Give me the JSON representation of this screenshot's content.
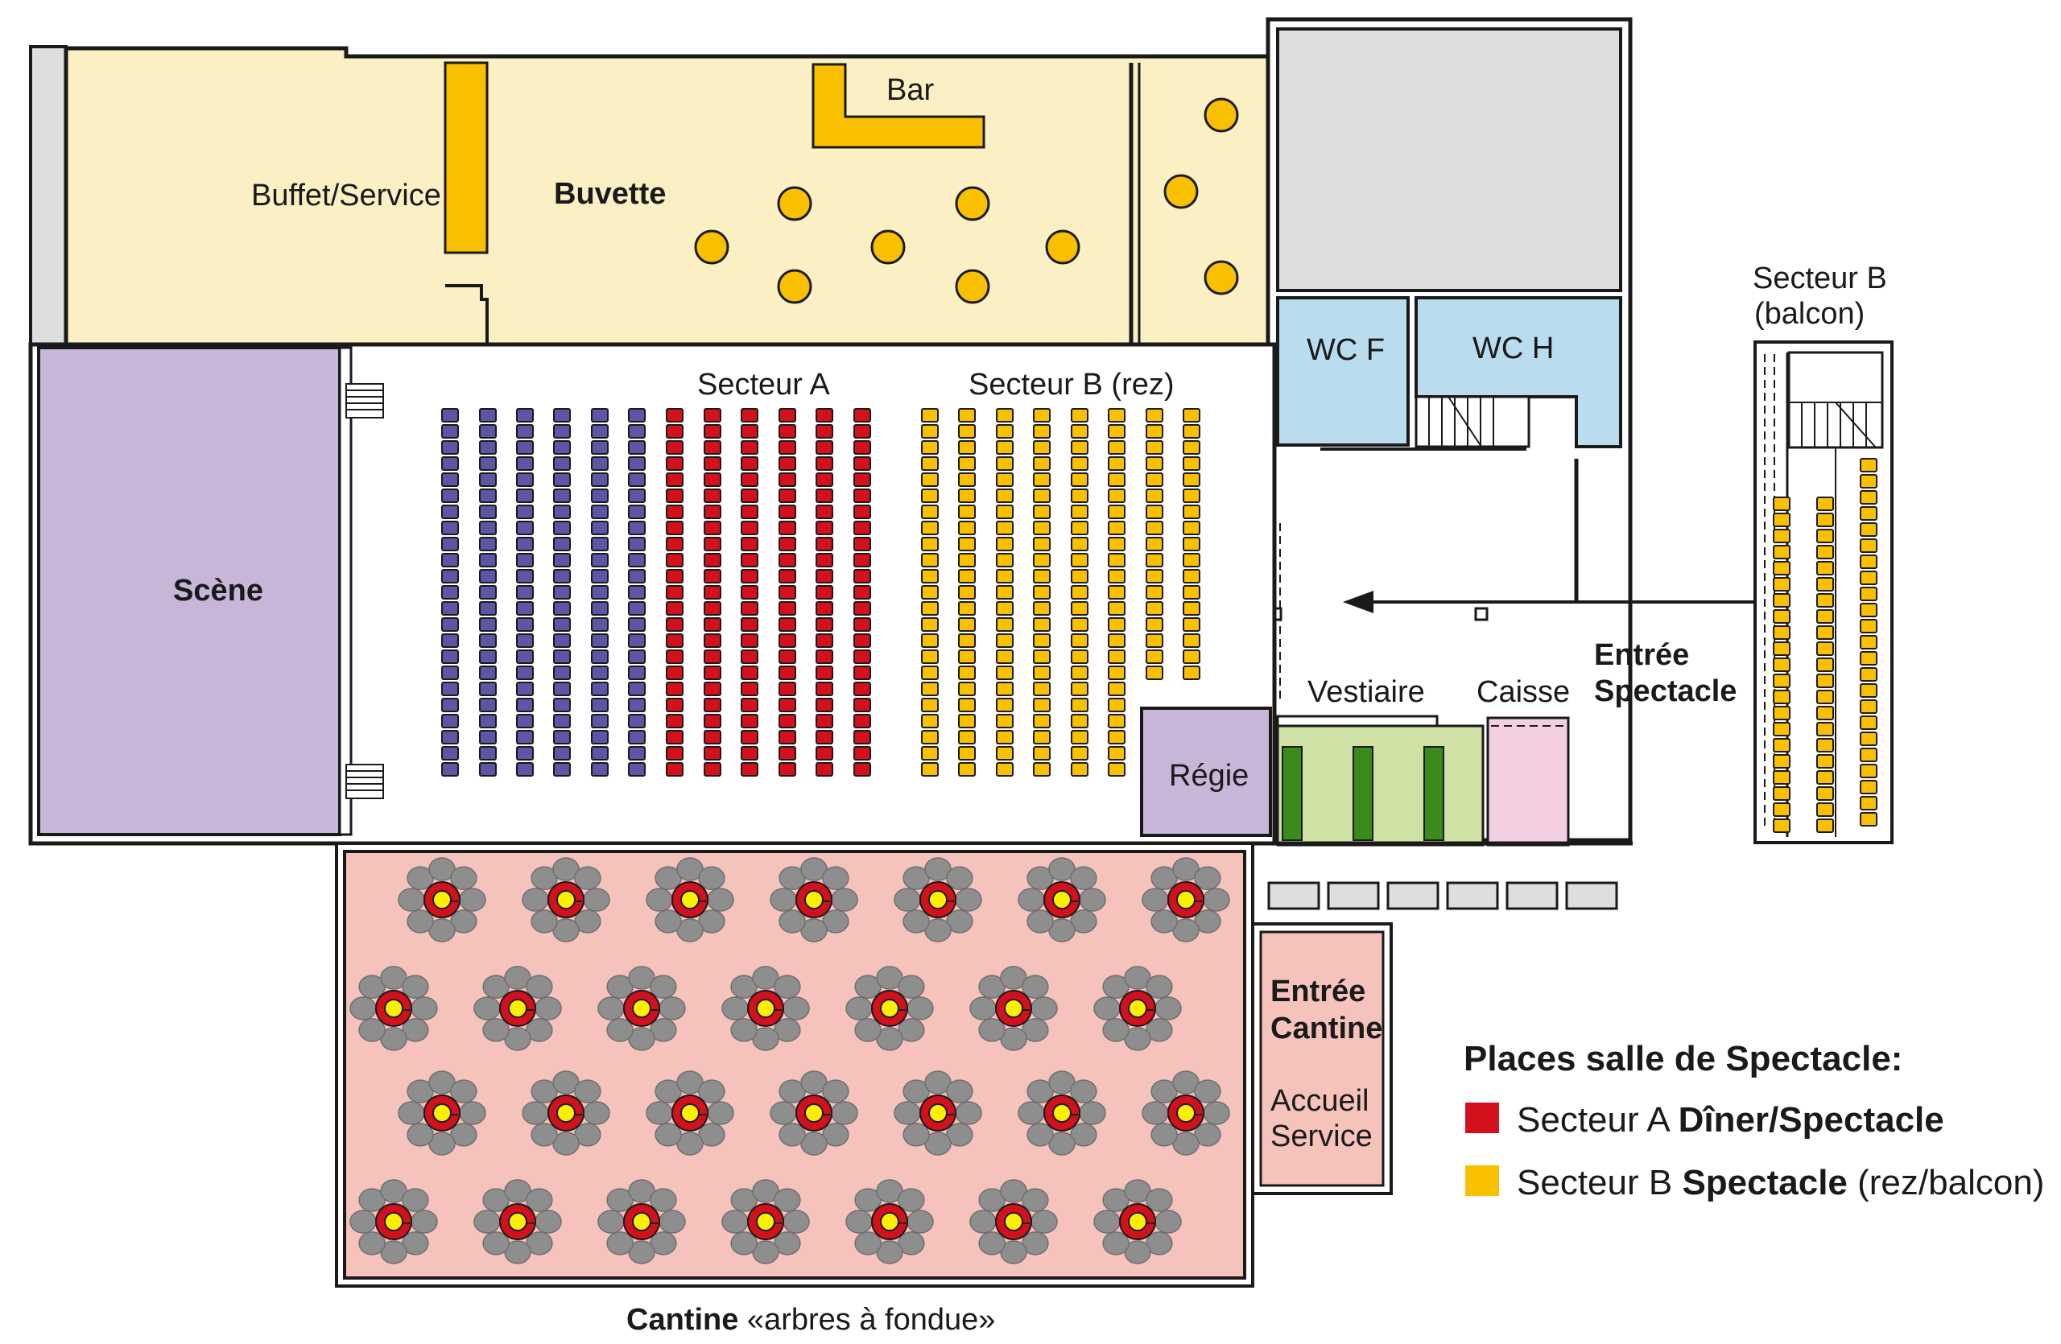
{
  "title": "Places salle de Spectacle:",
  "colors": {
    "wall": "#1a1a1a",
    "buvette": "#fbf0c4",
    "counter": "#f9c000",
    "scene": "#c7b6d8",
    "seat_blue": "#5e55a6",
    "seat_red": "#d3111d",
    "seat_yellow": "#f9c000",
    "wc": "#b9dcef",
    "storage": "#dedede",
    "regie": "#c7b6d8",
    "vestiaire": "#cfe1a4",
    "vestiaire_rack": "#3a8a1c",
    "caisse": "#f4cfe1",
    "cantine": "#f5c3bc",
    "entree_cantine": "#f5c3bc",
    "table_chair": "#8e8e8e",
    "table_ring": "#d3111d",
    "table_center": "#f9ef00"
  },
  "rooms": {
    "buffet": "Buffet/Service",
    "buvette": "Buvette",
    "bar": "Bar",
    "scene": "Scène",
    "secteur_a": "Secteur A",
    "secteur_b_rez": "Secteur B (rez)",
    "wc_f": "WC F",
    "wc_h": "WC H",
    "regie": "Régie",
    "vestiaire": "Vestiaire",
    "caisse": "Caisse",
    "entree_spectacle_1": "Entrée",
    "entree_spectacle_2": "Spectacle",
    "secteur_b_balcon_1": "Secteur B",
    "secteur_b_balcon_2": "(balcon)",
    "entree_cantine_1": "Entrée",
    "entree_cantine_2": "Cantine",
    "accueil_1": "Accueil",
    "accueil_2": "Service",
    "cantine_bold": "Cantine",
    "cantine_rest": "«arbres à fondue»"
  },
  "legend": [
    {
      "color": "#d3111d",
      "prefix": "Secteur A ",
      "bold": "Dîner/Spectacle",
      "suffix": ""
    },
    {
      "color": "#f9c000",
      "prefix": "Secteur B ",
      "bold": "Spectacle",
      "suffix": " (rez/balcon)"
    }
  ],
  "icons": {
    "entrance_arrow": "arrow-left-icon"
  }
}
